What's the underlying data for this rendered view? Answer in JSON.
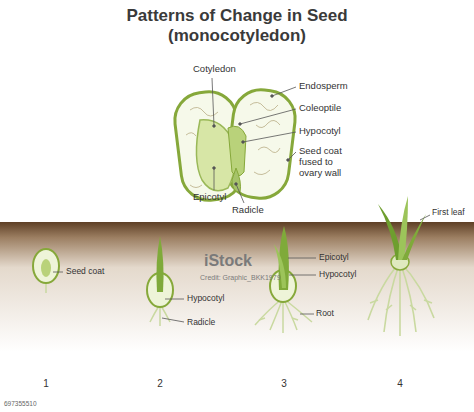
{
  "diagram": {
    "title": "Patterns of Change in Seed (monocotyledon)",
    "labels": [
      "Cotyledon",
      "Endosperm",
      "Coleoptile",
      "Hypocotyl",
      "Seed coat fused to ovary wall",
      "Epicotyl",
      "Radicle",
      "Seed coat",
      "Hypocotyl",
      "Radicle",
      "Epicotyl",
      "Hypocotyl",
      "Root",
      "First leaf",
      "1",
      "2",
      "3",
      "4",
      "iStock",
      "Credit: Graphic_BKK1979",
      "697355510"
    ]
  }
}
